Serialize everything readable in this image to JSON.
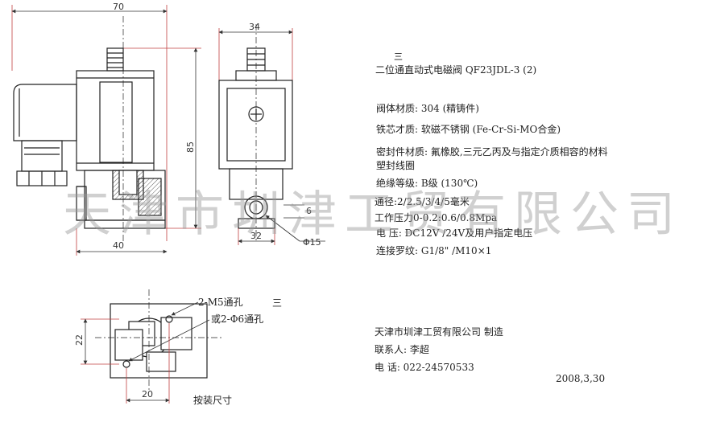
{
  "dimensions": {
    "top_width": "70",
    "height": "85",
    "bottom_width": "40",
    "side_width": "34",
    "side_bottom": "32",
    "port_diameter": "Φ15",
    "side_small": "6",
    "mount_height": "22",
    "mount_width": "20"
  },
  "mount_labels": {
    "hole_m5": "2-M5通孔",
    "hole_phi6": "或2-Φ6通孔",
    "caption": "按装尺寸",
    "side_char": "三"
  },
  "spec": {
    "title_prefix": "二位",
    "title_over": "三",
    "title_rest": "通直动式电磁阀 QF23JDL-3  (2)",
    "body_material": "阀体材质: 304  (精铸件)",
    "core_material": "铁芯才质: 软磁不锈钢 (Fe-Cr-Si-MO合金)",
    "seal_material": "密封件材质: 氟橡胶,三元乙丙及与指定介质相容的材料",
    "coil": "塑封线圈",
    "insulation": "绝缘等级: B级 (130℃)",
    "orifice": "通径:2/2.5/3/4/5毫米",
    "pressure": "工作压力0-0.2:0.6/0.8Mpa",
    "voltage": "电  压: DC12V /24V及用户指定电压",
    "thread": "连接罗纹: G1/8\" /M10×1"
  },
  "company": {
    "name": "天津市圳津工贸有限公司 制造",
    "contact": "联系人: 李超",
    "phone": "电 话: 022-24570533",
    "date": "2008,3,30"
  },
  "watermark": "天津市圳津工贸有限公司"
}
